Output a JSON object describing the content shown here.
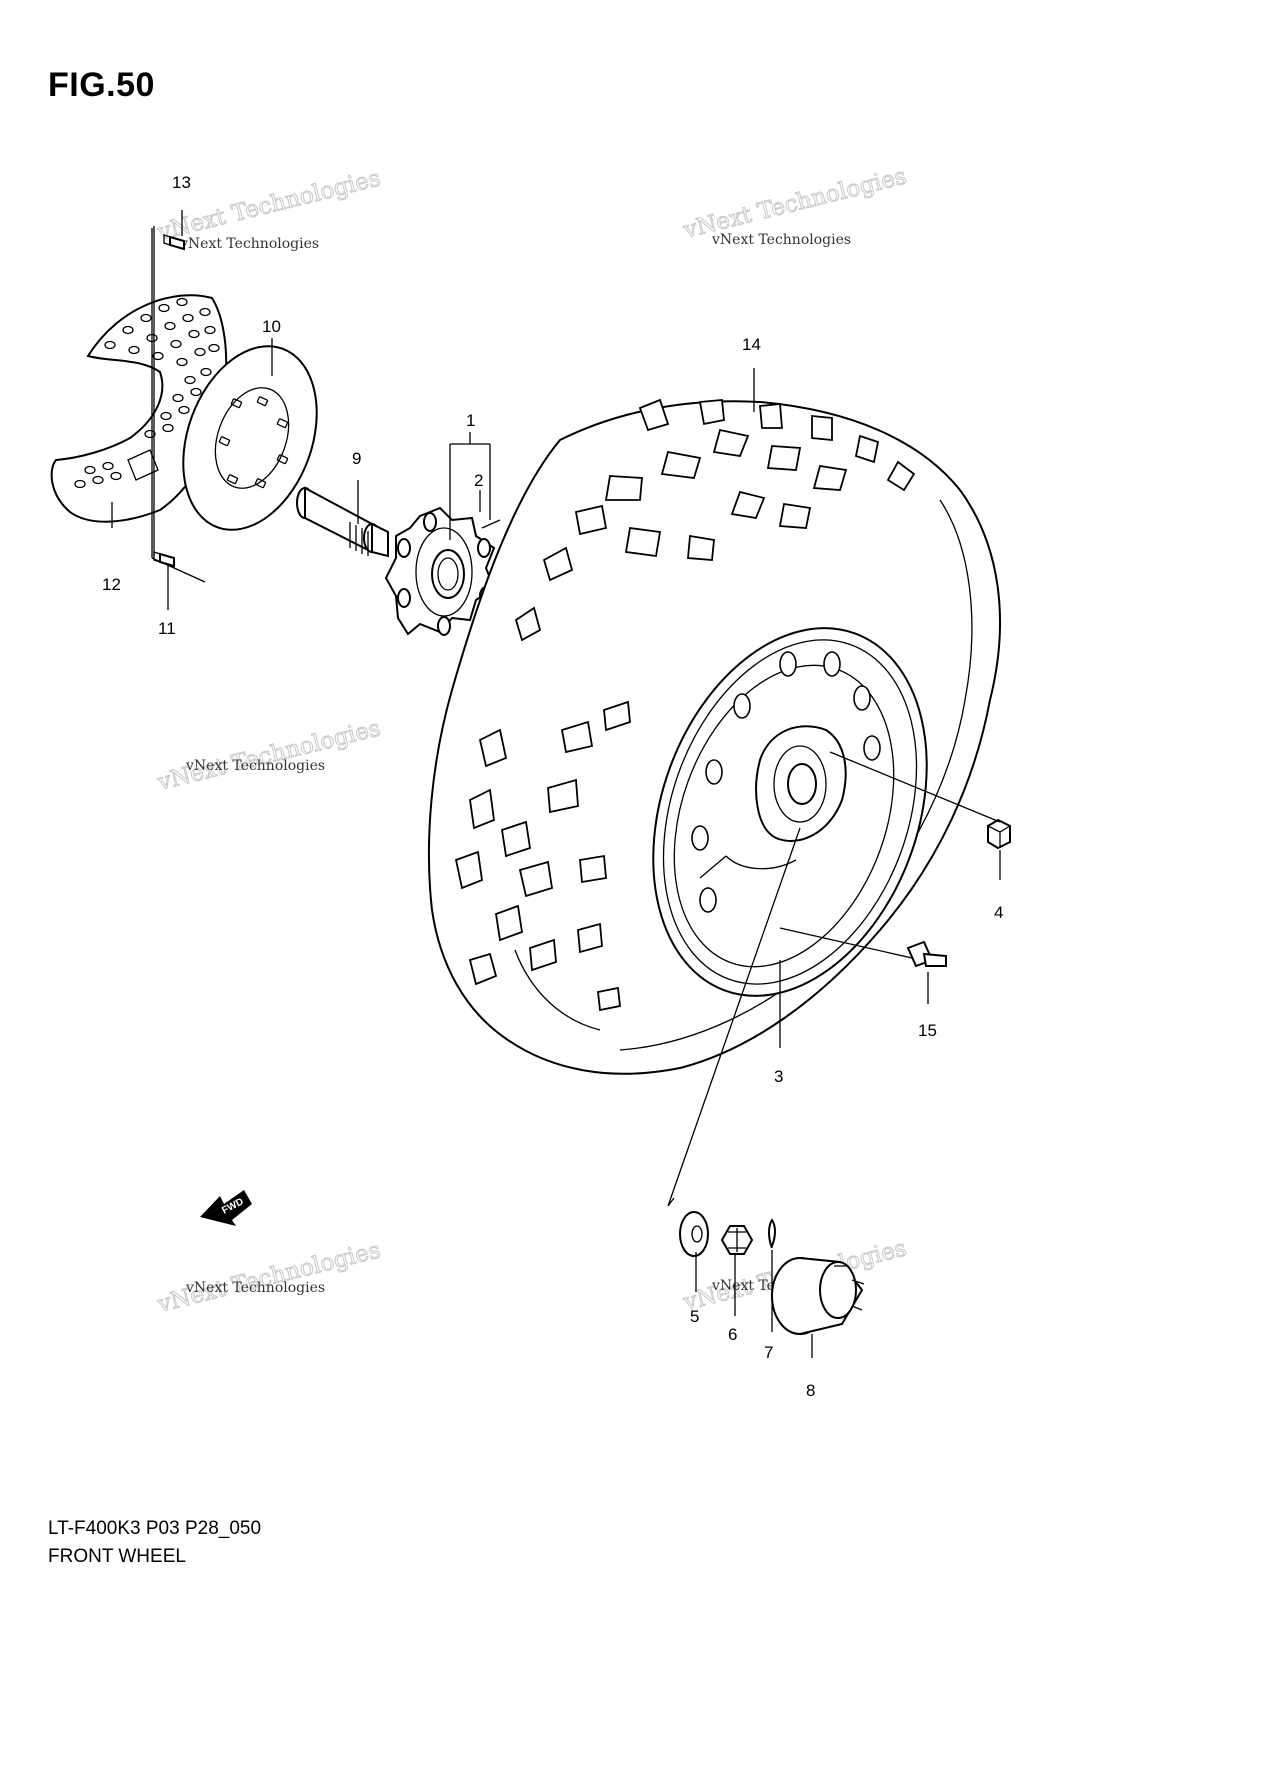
{
  "figure": {
    "title": "FIG.50",
    "model_code": "LT-F400K3 P03 P28_050",
    "section_name": "FRONT WHEEL"
  },
  "callouts": [
    "1",
    "2",
    "3",
    "4",
    "5",
    "6",
    "7",
    "8",
    "9",
    "10",
    "11",
    "12",
    "13",
    "14",
    "15"
  ],
  "direction_marker": {
    "label": "FWD"
  },
  "watermark": {
    "line1": "vNext Technologies",
    "line2": "vNext Technologies"
  }
}
